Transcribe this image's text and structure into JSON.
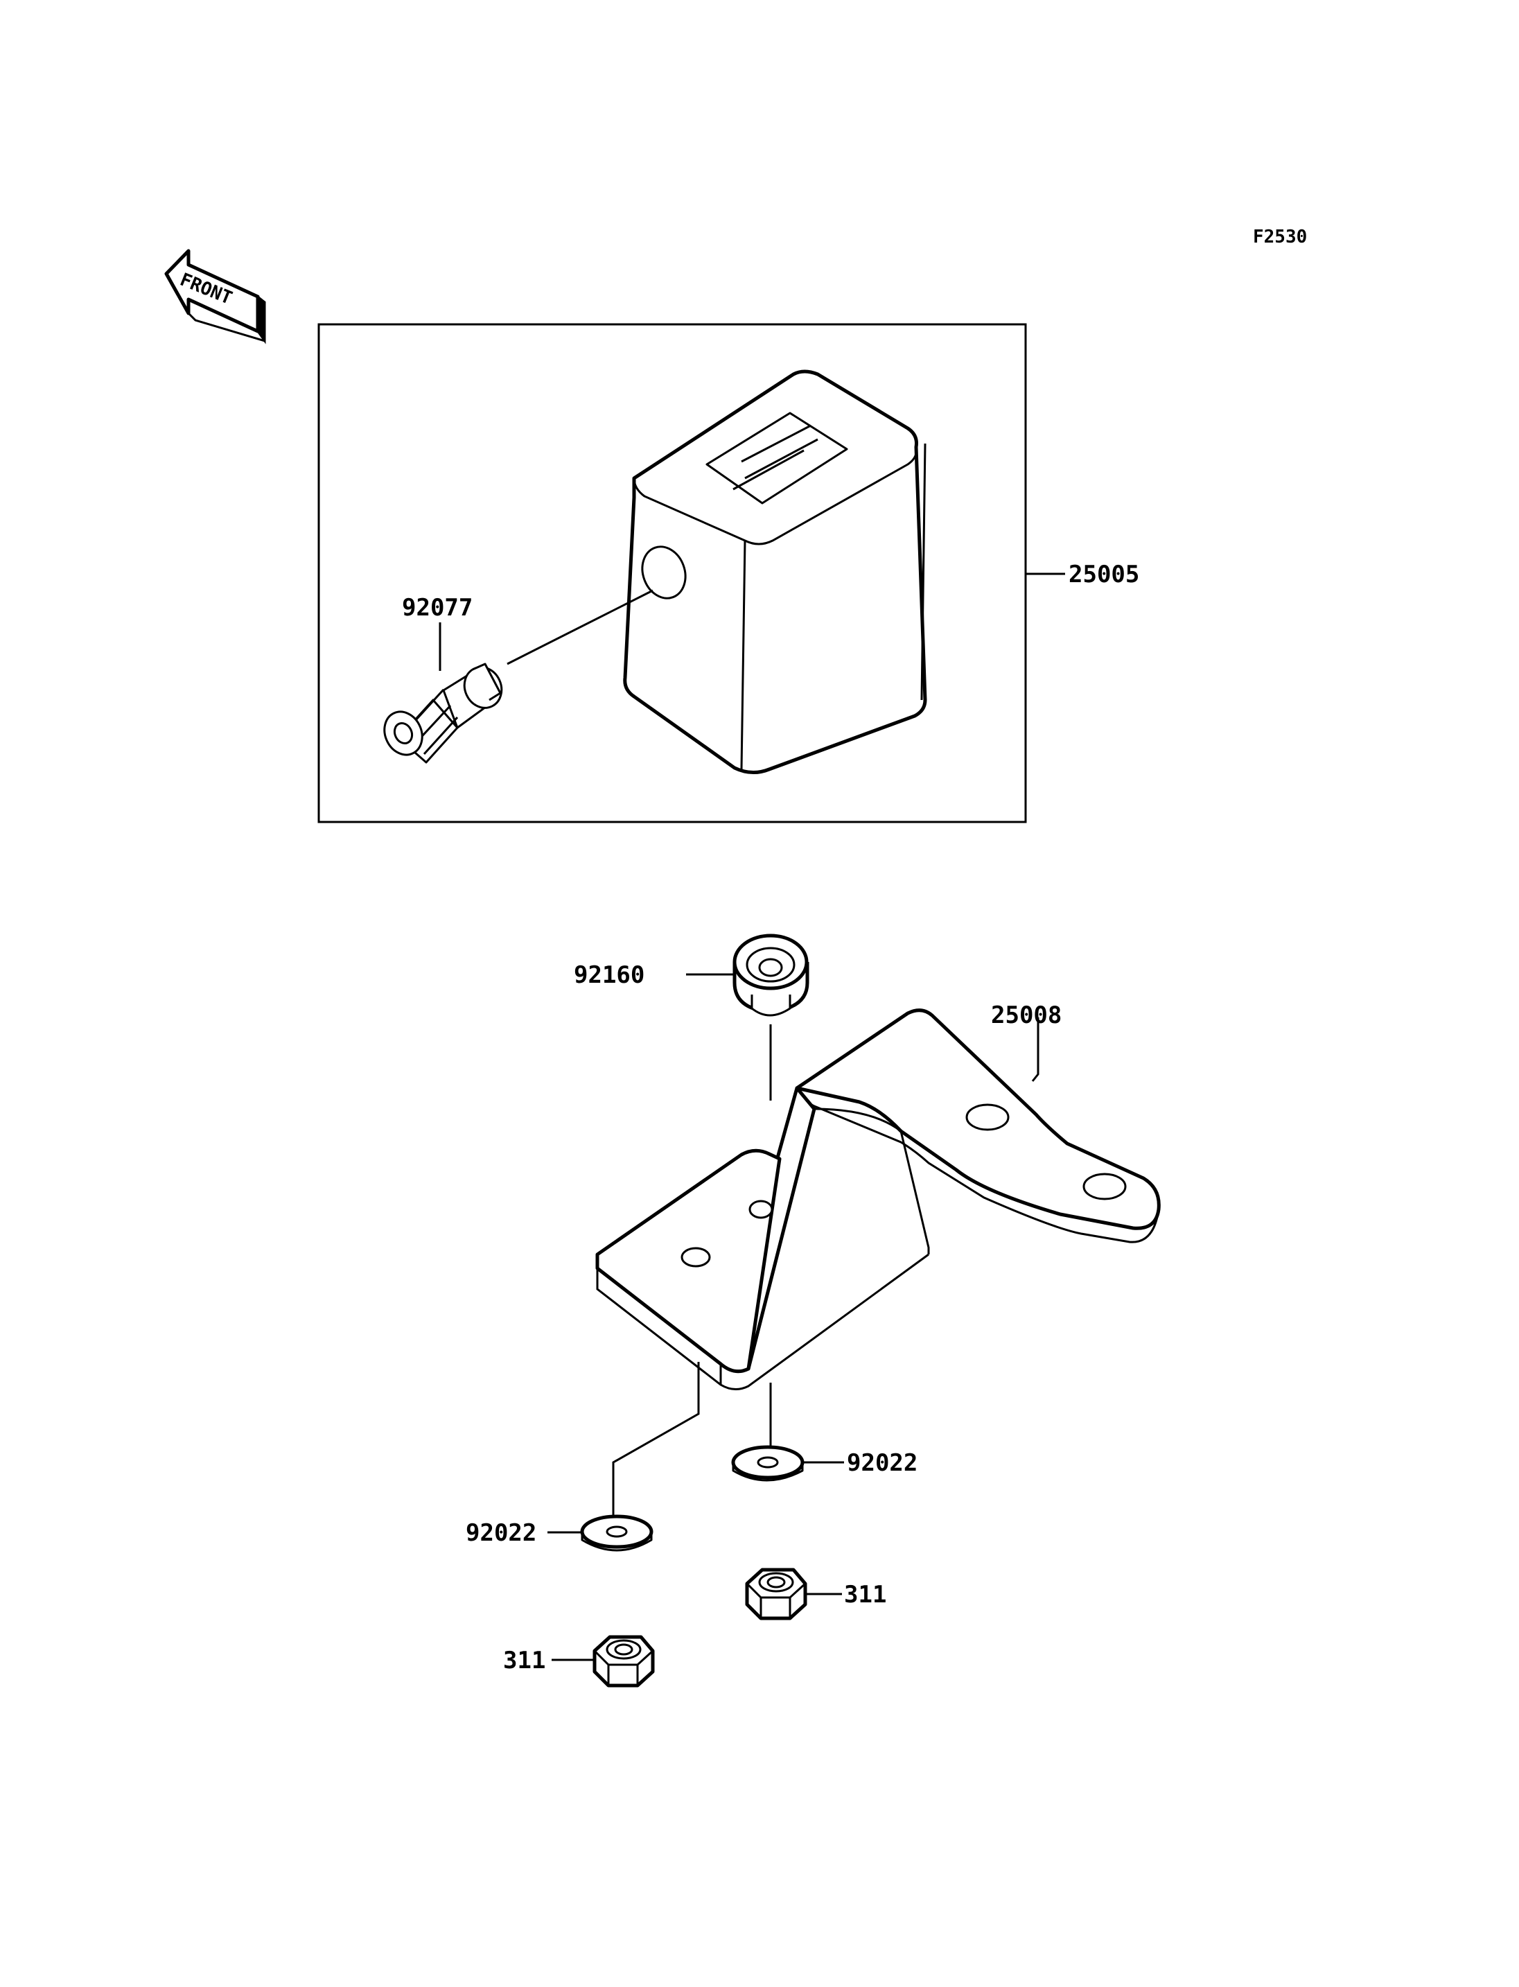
{
  "figure_code": "F2530",
  "front_arrow": {
    "label": "FRONT",
    "icon": "front-direction-arrow-icon"
  },
  "parts": [
    {
      "ref": "25005",
      "name": "meter-assembly-box"
    },
    {
      "ref": "92077",
      "name": "meter-knob"
    },
    {
      "ref": "92160",
      "name": "grommet"
    },
    {
      "ref": "25008",
      "name": "meter-bracket"
    },
    {
      "ref": "92022",
      "name": "washer-right"
    },
    {
      "ref": "92022",
      "name": "washer-left"
    },
    {
      "ref": "311",
      "name": "nut-right"
    },
    {
      "ref": "311",
      "name": "nut-left"
    }
  ]
}
